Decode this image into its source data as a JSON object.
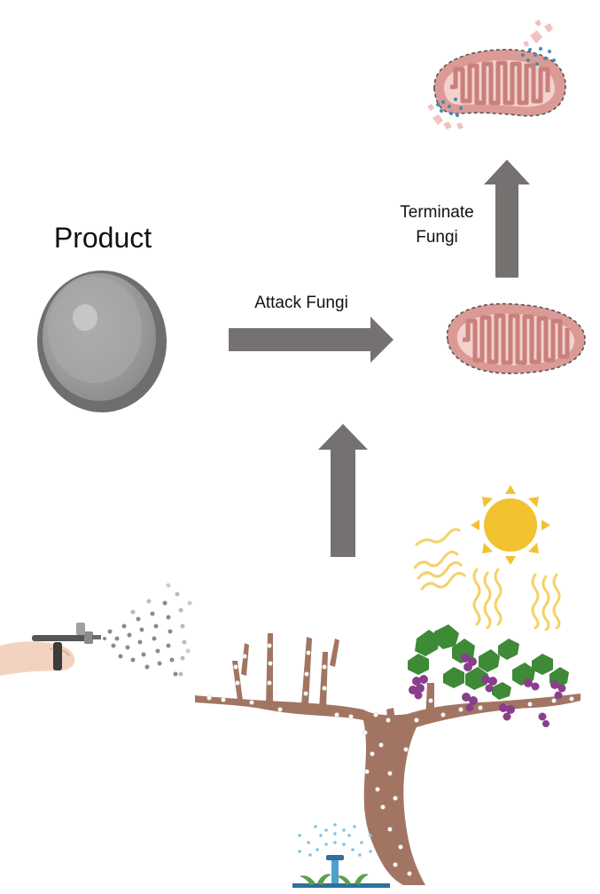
{
  "labels": {
    "product": "Product",
    "attack": "Attack Fungi",
    "terminate_line1": "Terminate",
    "terminate_line2": "Fungi"
  },
  "colors": {
    "arrow": "#757170",
    "sphere_outer": "#6e6e6e",
    "sphere_inner": "#a3a3a3",
    "mito_fill": "#dc9a97",
    "mito_inner": "#f3d1cd",
    "sun": "#f2c230",
    "heat_wave": "#f4d267",
    "vine_bark": "#a27562",
    "leaf": "#3e8a36",
    "grape": "#8a3e8d",
    "spray_dot": "#8a8a8a",
    "fungus_dot": "#3e8eb0",
    "water": "#80c4df"
  },
  "icons": [
    "sphere-icon",
    "mitochondrion-icon",
    "damaged-mitochondrion-icon",
    "sun-icon",
    "airbrush-hand-icon",
    "grapevine-icon",
    "sprinkler-icon"
  ]
}
